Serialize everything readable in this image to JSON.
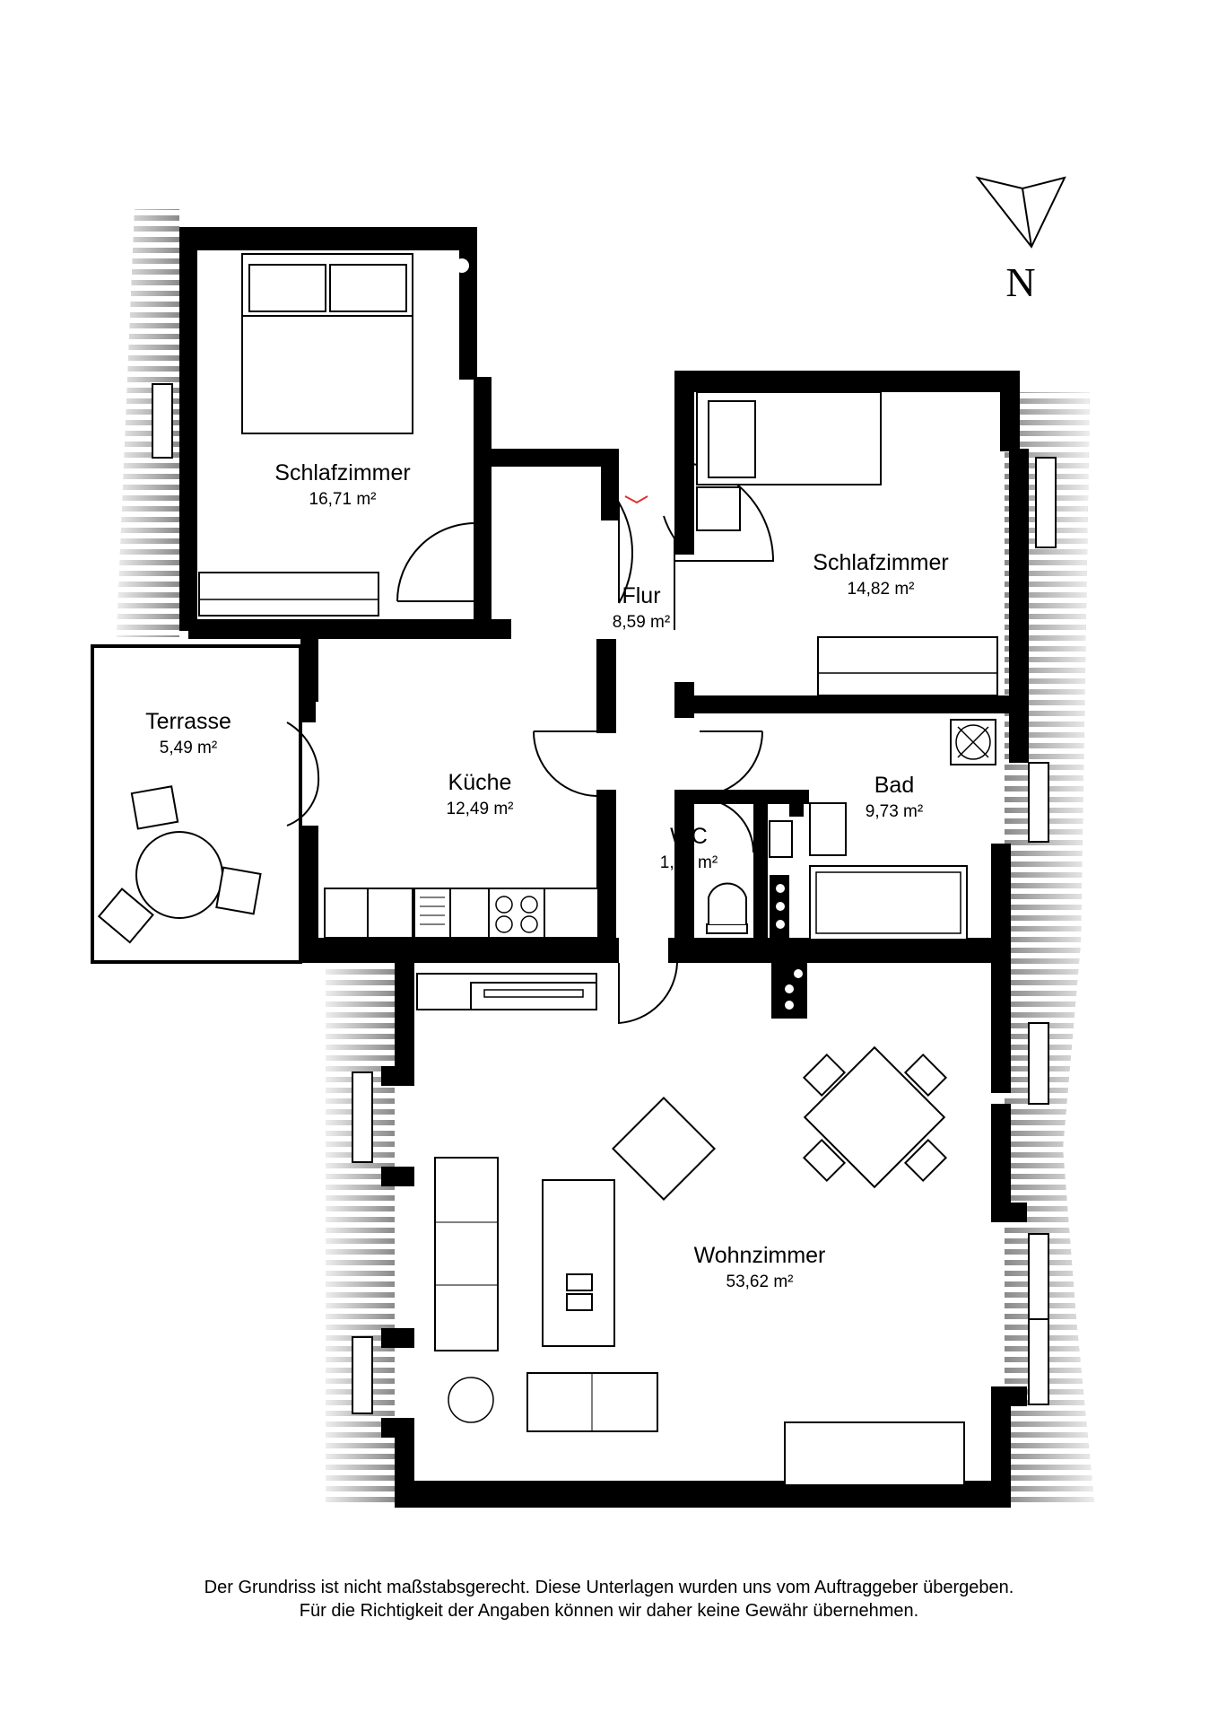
{
  "north_label": "N",
  "rooms": {
    "schlafzimmer_1": {
      "name": "Schlafzimmer",
      "area": "16,71 m²"
    },
    "schlafzimmer_2": {
      "name": "Schlafzimmer",
      "area": "14,82 m²"
    },
    "flur": {
      "name": "Flur",
      "area": "8,59 m²"
    },
    "terrasse": {
      "name": "Terrasse",
      "area": "5,49 m²"
    },
    "kueche": {
      "name": "Küche",
      "area": "12,49 m²"
    },
    "bad": {
      "name": "Bad",
      "area": "9,73 m²"
    },
    "wc": {
      "name": "WC",
      "area": "1,63 m²"
    },
    "wohnzimmer": {
      "name": "Wohnzimmer",
      "area": "53,62 m²"
    }
  },
  "disclaimer": {
    "line1": "Der Grundriss ist nicht maßstabsgerecht. Diese Unterlagen wurden uns vom Auftraggeber übergeben.",
    "line2": "Für die Richtigkeit der Angaben können wir daher keine Gewähr übernehmen."
  },
  "colors": {
    "wall": "#000000",
    "background": "#ffffff",
    "accent": "#e03030"
  }
}
